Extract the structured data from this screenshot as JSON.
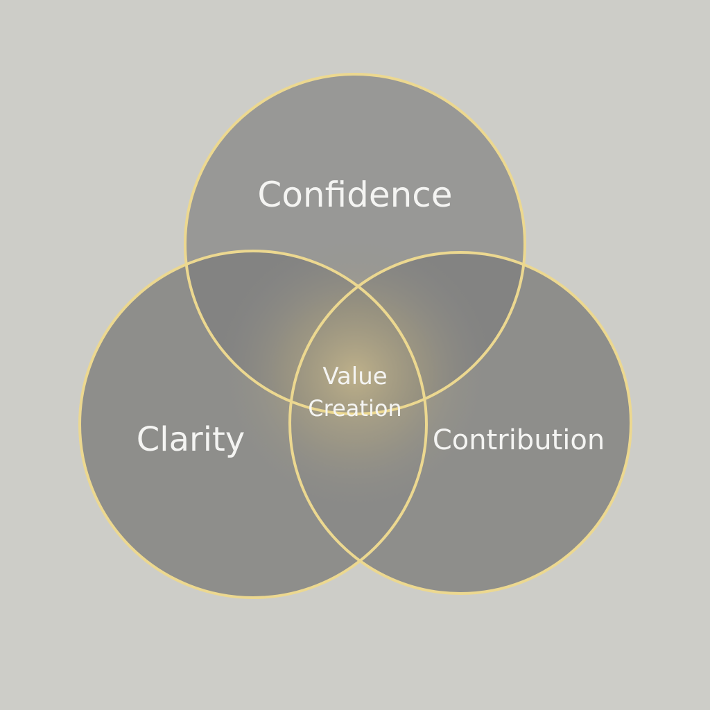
{
  "diagram": {
    "type": "venn",
    "background": "#cdcdc8",
    "circle_fill": "#8e8e8c",
    "stroke_color": "#ecd890",
    "center_glow": "#c8b88a",
    "sets": [
      {
        "id": "confidence",
        "label": "Confidence"
      },
      {
        "id": "clarity",
        "label": "Clarity"
      },
      {
        "id": "contribution",
        "label": "Contribution"
      }
    ],
    "center": {
      "line1": "Value",
      "line2": "Creation"
    }
  }
}
